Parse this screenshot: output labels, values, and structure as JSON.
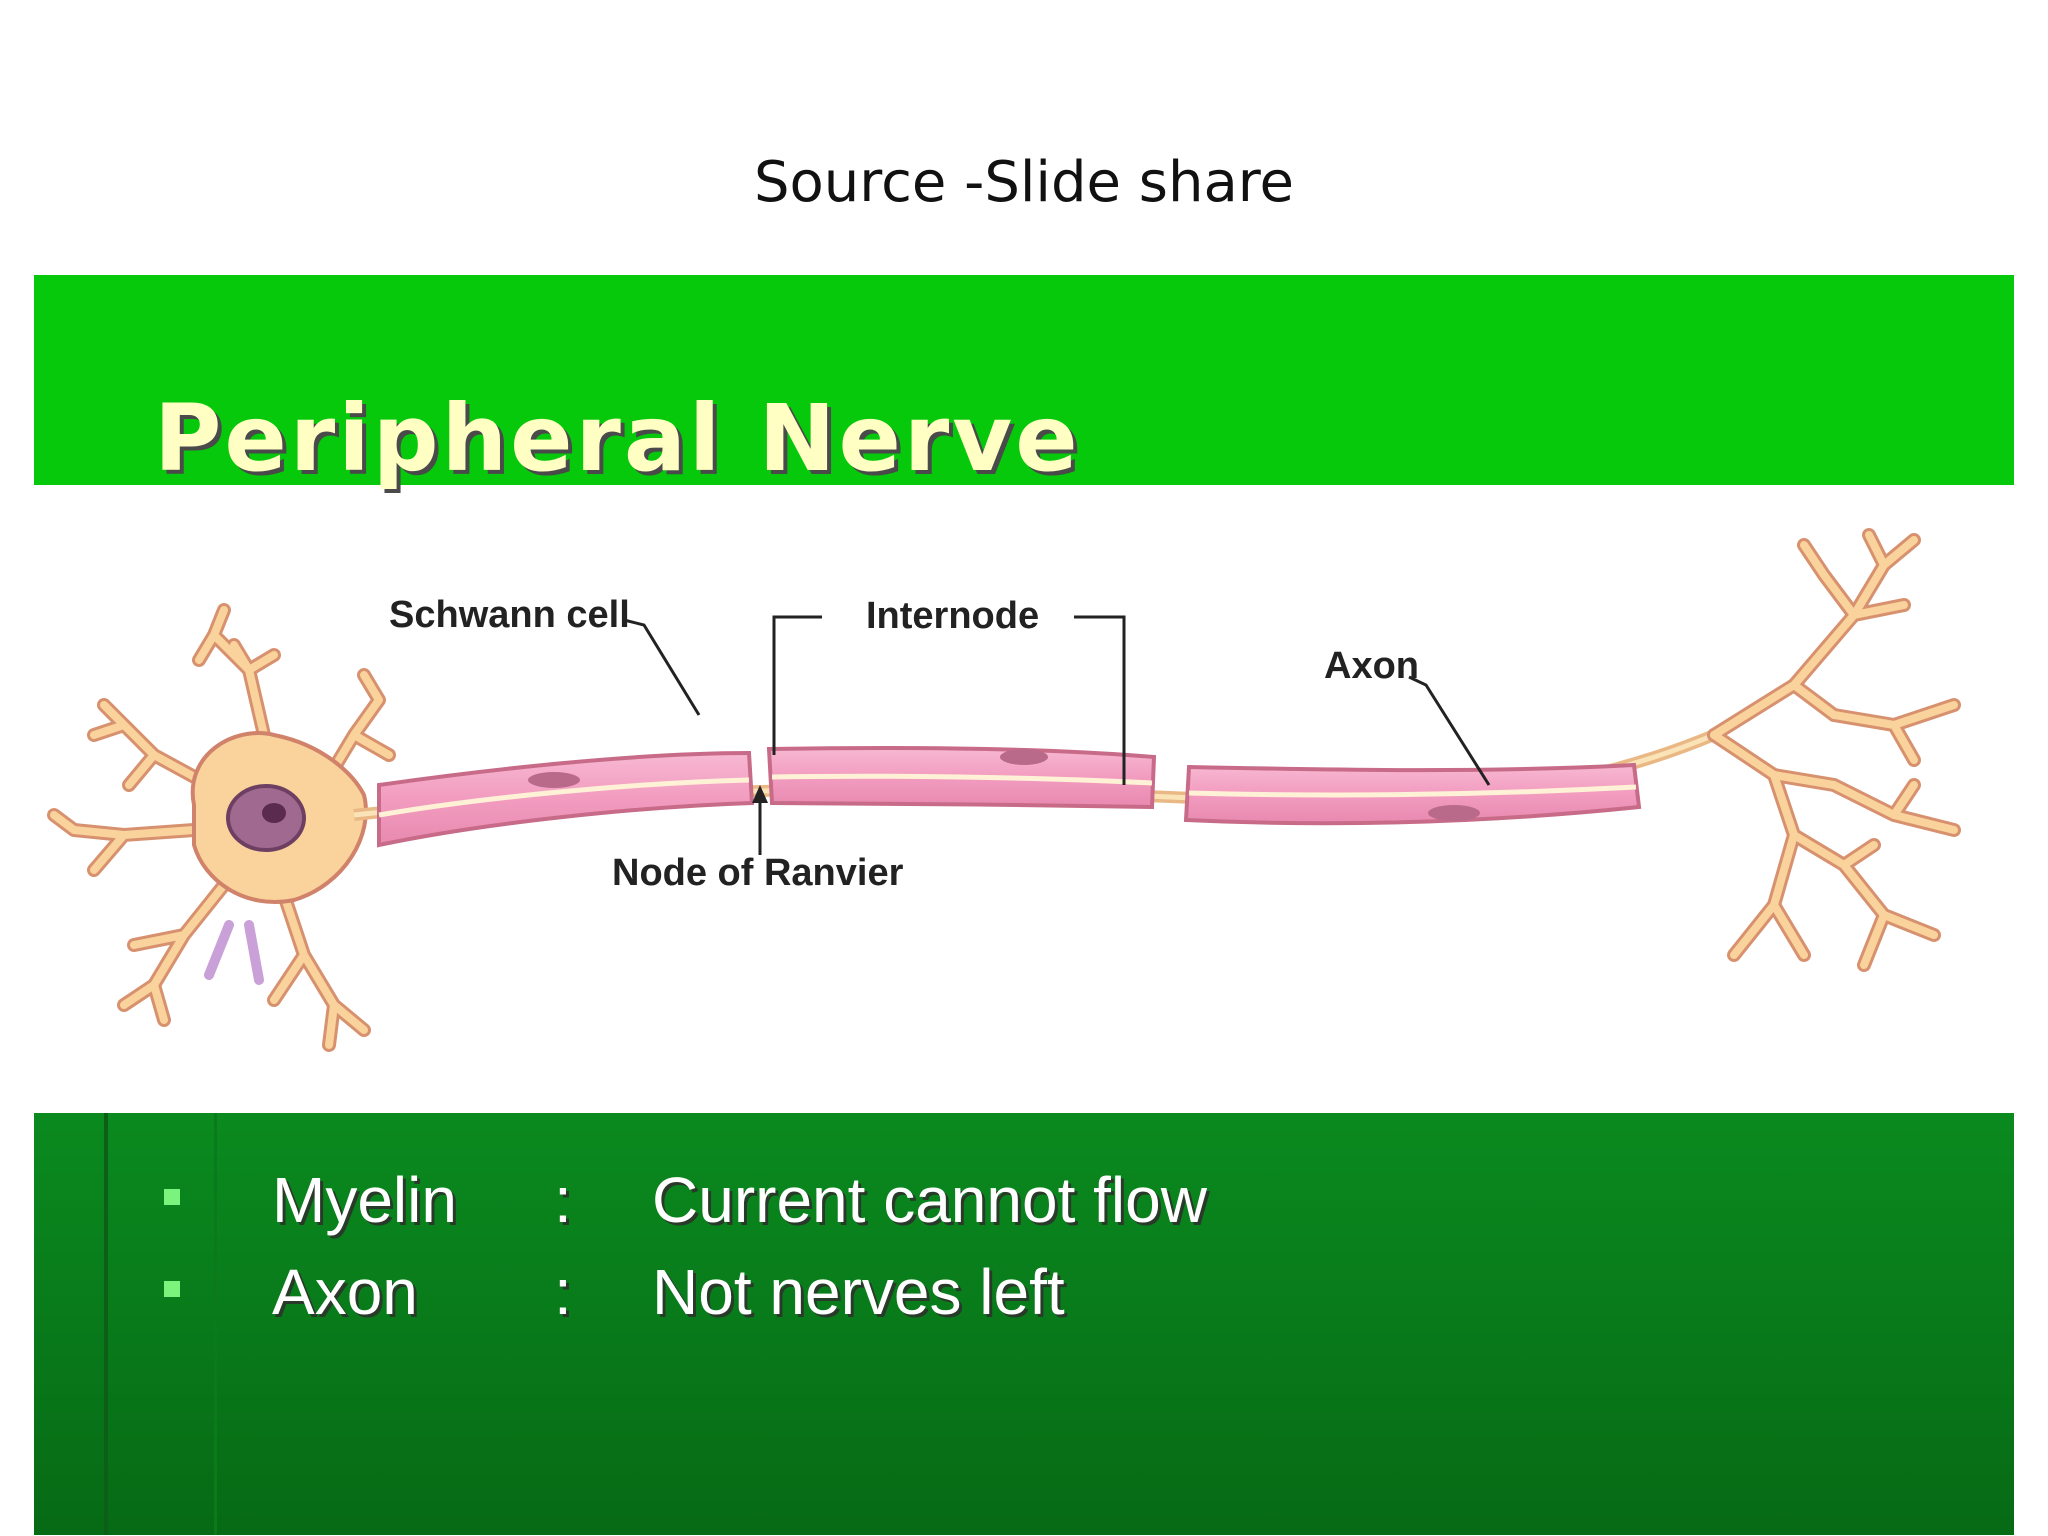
{
  "source_caption": "Source -Slide share",
  "slide": {
    "title": "Peripheral Nerve",
    "diagram": {
      "labels": {
        "schwann_cell": "Schwann cell",
        "internode": "Internode",
        "axon": "Axon",
        "node_of_ranvier": "Node of Ranvier"
      }
    },
    "bullets": [
      {
        "term": "Myelin",
        "separator": ":",
        "definition": "Current cannot flow"
      },
      {
        "term": "Axon",
        "separator": ":",
        "definition": "Not nerves left"
      }
    ],
    "colors": {
      "title_band": "#05c90a",
      "title_text": "#ffffc4",
      "bottom_band": "#0a8a1f",
      "bullet_marker": "#7cf37c",
      "neuron_fill": "#f9d39b",
      "myelin_fill": "#f4a6c6"
    }
  }
}
